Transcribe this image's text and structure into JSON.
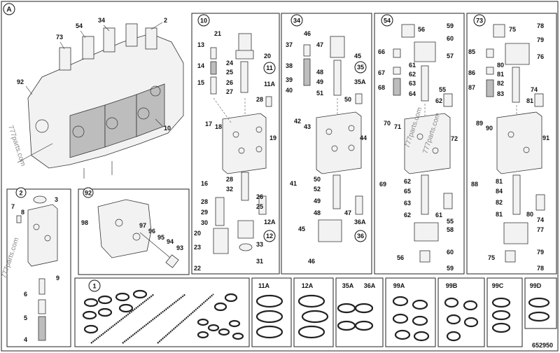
{
  "sheet": {
    "corner_label": "A",
    "drawing_number": "652950",
    "watermarks": [
      "777parts.com",
      "777parts.com",
      "777parts.com",
      "777parts.com"
    ]
  },
  "panels": {
    "assembly": {
      "labels": [
        "73",
        "54",
        "34",
        "2",
        "92",
        "10"
      ]
    },
    "section_10": {
      "header": "10",
      "labels": [
        "21",
        "13",
        "20",
        "14",
        "24",
        "25",
        "15",
        "26",
        "11",
        "11A",
        "27",
        "28",
        "17",
        "18",
        "19",
        "16",
        "28",
        "32",
        "26",
        "25",
        "28",
        "29",
        "30",
        "20",
        "23",
        "22",
        "33",
        "31",
        "12A",
        "12"
      ]
    },
    "section_34": {
      "header": "34",
      "labels": [
        "46",
        "37",
        "47",
        "45",
        "38",
        "48",
        "35",
        "39",
        "49",
        "35A",
        "40",
        "51",
        "50",
        "42",
        "43",
        "44",
        "41",
        "50",
        "52",
        "49",
        "48",
        "47",
        "45",
        "46",
        "36A",
        "36"
      ]
    },
    "section_54": {
      "header": "54",
      "labels": [
        "56",
        "59",
        "60",
        "66",
        "57",
        "67",
        "61",
        "62",
        "68",
        "63",
        "64",
        "55",
        "62",
        "70",
        "71",
        "72",
        "69",
        "62",
        "65",
        "63",
        "62",
        "61",
        "55",
        "58",
        "56",
        "60",
        "59"
      ]
    },
    "section_73": {
      "header": "73",
      "labels": [
        "75",
        "78",
        "79",
        "85",
        "76",
        "86",
        "80",
        "81",
        "87",
        "82",
        "83",
        "74",
        "81",
        "89",
        "90",
        "91",
        "88",
        "81",
        "84",
        "82",
        "81",
        "80",
        "74",
        "77",
        "75",
        "79",
        "78"
      ]
    },
    "section_2": {
      "header": "2",
      "labels": [
        "3",
        "7",
        "8",
        "9",
        "6",
        "5",
        "4"
      ]
    },
    "section_92": {
      "header": "92",
      "labels": [
        "98",
        "97",
        "96",
        "95",
        "94",
        "93"
      ]
    },
    "kits": {
      "kit_1": "1",
      "kit_11A": "11A",
      "kit_12A": "12A",
      "kit_35A": "35A",
      "kit_36A": "36A",
      "kit_99A": "99A",
      "kit_99B": "99B",
      "kit_99C": "99C",
      "kit_99D": "99D"
    }
  }
}
